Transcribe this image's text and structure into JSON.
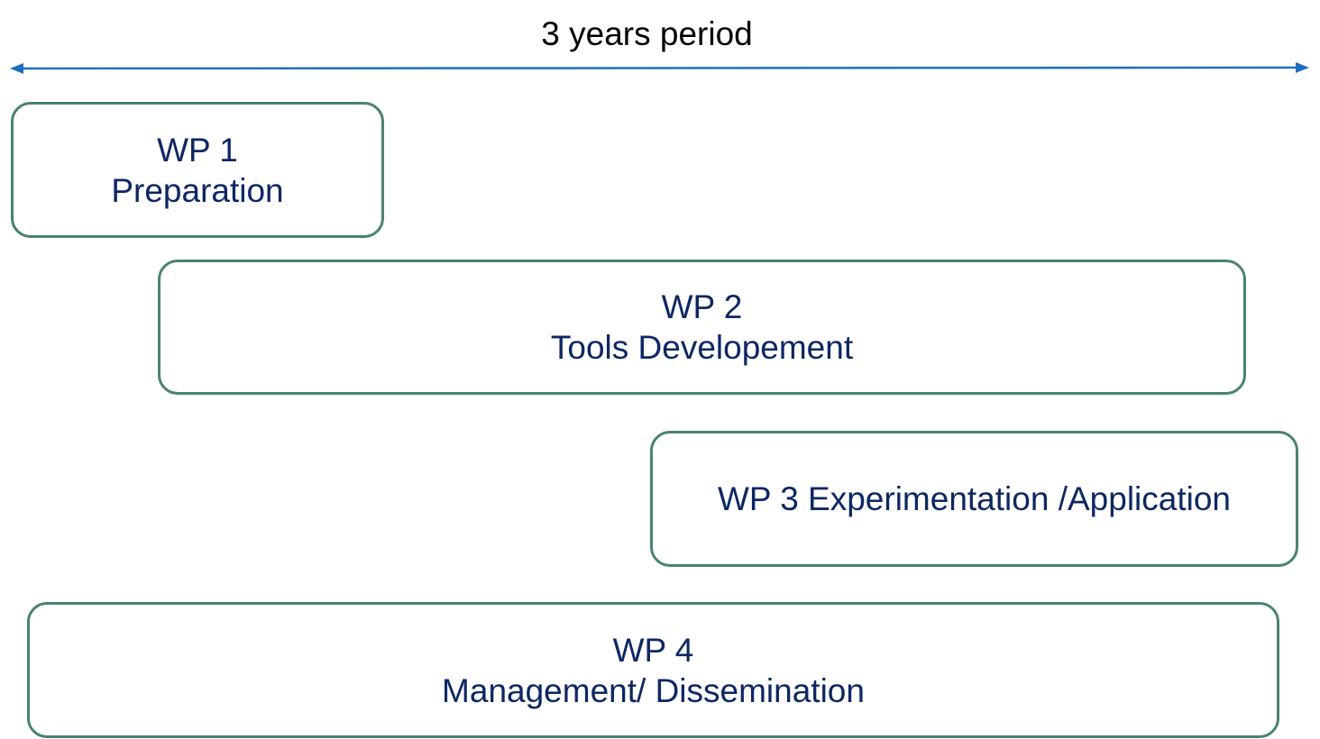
{
  "timeline": {
    "label": "3 years period",
    "arrow_color": "#1f6fbf"
  },
  "work_packages": [
    {
      "id": "WP 1",
      "title": "Preparation"
    },
    {
      "id": "WP 2",
      "title": "Tools Developement"
    },
    {
      "title_full": "WP 3 Experimentation /Application"
    },
    {
      "id": "WP 4",
      "title": "Management/ Dissemination"
    }
  ],
  "colors": {
    "box_border": "#4a8273",
    "box_text": "#0d2763"
  }
}
